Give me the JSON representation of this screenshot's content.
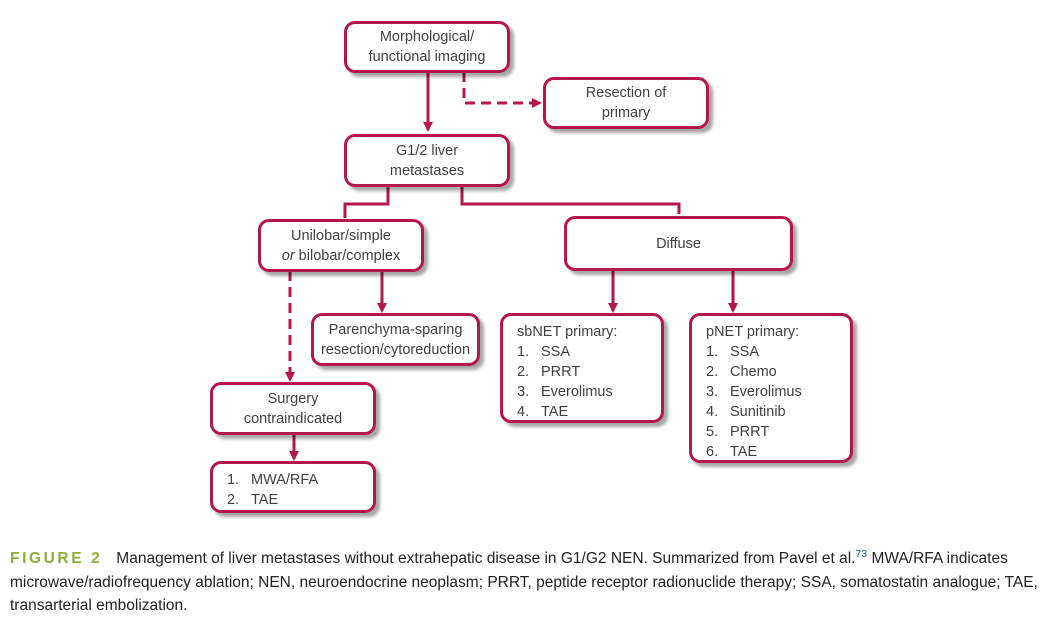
{
  "nodes": {
    "imaging": {
      "line1": "Morphological/",
      "line2": "functional imaging"
    },
    "resection_primary": {
      "line1": "Resection of",
      "line2": "primary"
    },
    "g12_liver": {
      "line1": "G1/2 liver",
      "line2": "metastases"
    },
    "unilobar": {
      "line1": "Unilobar/simple",
      "line2_italic": "or",
      "line2_rest": " bilobar/complex"
    },
    "diffuse": {
      "label": "Diffuse"
    },
    "parenchyma": {
      "line1": "Parenchyma-sparing",
      "line2": "resection/cytoreduction"
    },
    "sbnet": {
      "title": "sbNET primary:",
      "items": [
        {
          "num": "1.",
          "text": "SSA"
        },
        {
          "num": "2.",
          "text": "PRRT"
        },
        {
          "num": "3.",
          "text": "Everolimus"
        },
        {
          "num": "4.",
          "text": "TAE"
        }
      ]
    },
    "pnet": {
      "title": "pNET primary:",
      "items": [
        {
          "num": "1.",
          "text": "SSA"
        },
        {
          "num": "2.",
          "text": "Chemo"
        },
        {
          "num": "3.",
          "text": "Everolimus"
        },
        {
          "num": "4.",
          "text": "Sunitinib"
        },
        {
          "num": "5.",
          "text": "PRRT"
        },
        {
          "num": "6.",
          "text": "TAE"
        }
      ]
    },
    "surgery": {
      "line1": "Surgery",
      "line2": "contraindicated"
    },
    "mwa": {
      "items": [
        {
          "num": "1.",
          "text": "MWA/RFA"
        },
        {
          "num": "2.",
          "text": "TAE"
        }
      ]
    }
  },
  "caption": {
    "label": "FIGURE 2",
    "text_before_ref": "Management of liver metastases without extrahepatic disease in G1/G2 NEN. Summarized from Pavel et al.",
    "ref": "73",
    "text_after_ref": " MWA/RFA indicates microwave/radiofrequency ablation; NEN, neuroendocrine neoplasm; PRRT, peptide receptor radionuclide therapy; SSA, somatostatin analogue; TAE, transarterial embolization."
  },
  "colors": {
    "box_border": "#b5174b",
    "arrow": "#b5174b",
    "figure_label": "#8cb035",
    "reference_link": "#1a5ea8"
  }
}
